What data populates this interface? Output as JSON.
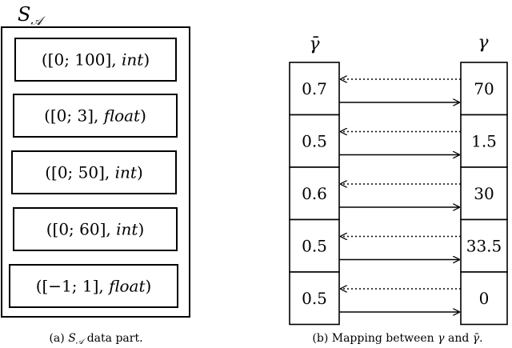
{
  "left_panel": {
    "title_main": "S",
    "title_sub": "𝒜",
    "items": [
      {
        "pre": "([0; 100],  ",
        "type": "int",
        "post": ")"
      },
      {
        "pre": "([0; 3],  ",
        "type": "float",
        "post": ")"
      },
      {
        "pre": "([0; 50],  ",
        "type": "int",
        "post": ")"
      },
      {
        "pre": "([0; 60],  ",
        "type": "int",
        "post": ")"
      },
      {
        "pre": "([−1; 1],  ",
        "type": "float",
        "post": ")"
      }
    ],
    "caption_pre": "(a) ",
    "caption_math": "S",
    "caption_sub": "𝒜",
    "caption_post": " data part."
  },
  "right_panel": {
    "left_header": "γ̄",
    "right_header": "γ",
    "left_values": [
      "0.7",
      "0.5",
      "0.6",
      "0.5",
      "0.5"
    ],
    "right_values": [
      "70",
      "1.5",
      "30",
      "33.5",
      "0"
    ],
    "caption_pre": "(b) Mapping between ",
    "caption_g": "γ",
    "caption_mid": " and ",
    "caption_gbar": "γ̄",
    "caption_post": "."
  }
}
